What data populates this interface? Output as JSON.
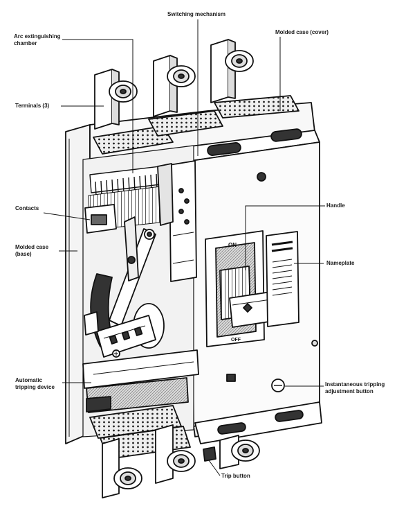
{
  "labels": {
    "switching_mechanism": "Switching mechanism",
    "arc_chamber": "Arc extinguishing chamber",
    "molded_case_cover": "Molded case (cover)",
    "terminals": "Terminals (3)",
    "contacts": "Contacts",
    "molded_case_base": "Molded case (base)",
    "handle": "Handle",
    "nameplate": "Nameplate",
    "automatic_tripping": "Automatic tripping device",
    "instantaneous_adjust": "Instantaneous tripping adjustment button",
    "trip_button": "Trip button"
  },
  "handle_markings": {
    "on": "ON",
    "off": "OFF"
  },
  "ink_color": "#1a1a1a"
}
